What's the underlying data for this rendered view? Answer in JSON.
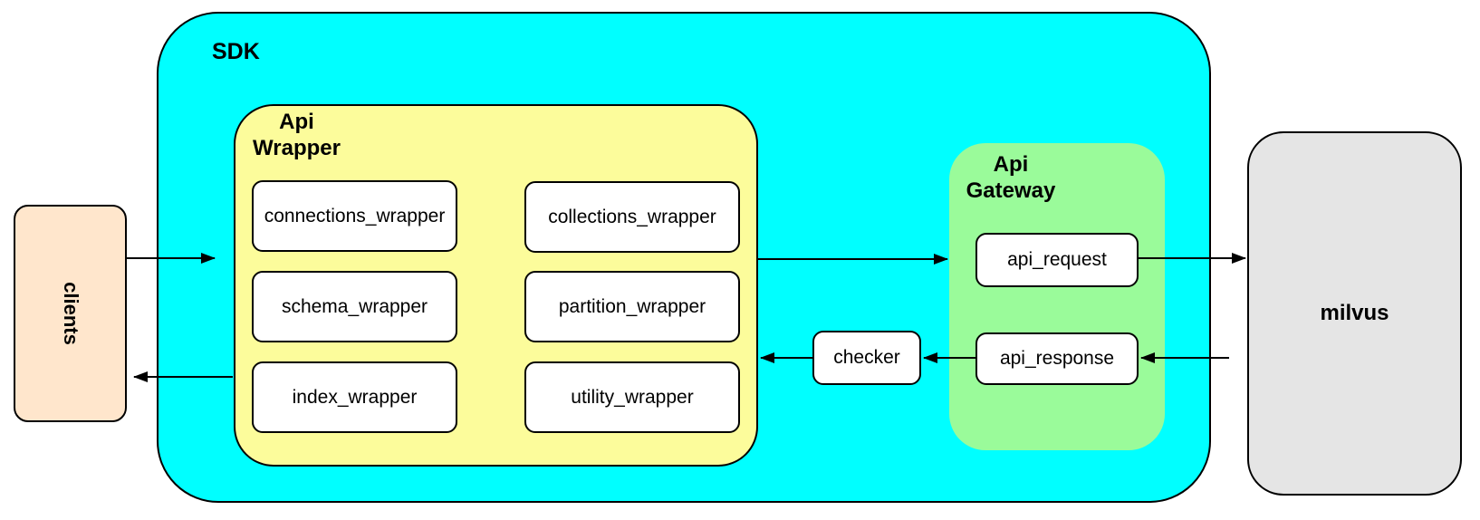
{
  "clients": {
    "label": "clients"
  },
  "sdk": {
    "label": "SDK"
  },
  "api_wrapper": {
    "title_line1": "Api",
    "title_line2": "Wrapper",
    "boxes": [
      "connections_wrapper",
      "collections_wrapper",
      "schema_wrapper",
      "partition_wrapper",
      "index_wrapper",
      "utility_wrapper"
    ]
  },
  "checker": {
    "label": "checker"
  },
  "api_gateway": {
    "title_line1": "Api",
    "title_line2": "Gateway",
    "request_label": "api_request",
    "response_label": "api_response"
  },
  "milvus": {
    "label": "milvus"
  },
  "colors": {
    "sdk_fill": "#00FFFF",
    "api_wrapper_fill": "#FCFC9B",
    "api_gateway_fill": "#9AFB9A",
    "clients_fill": "#FFE6CC",
    "milvus_fill": "#E5E5E5",
    "node_fill": "#FFFFFF",
    "stroke": "#000000"
  }
}
